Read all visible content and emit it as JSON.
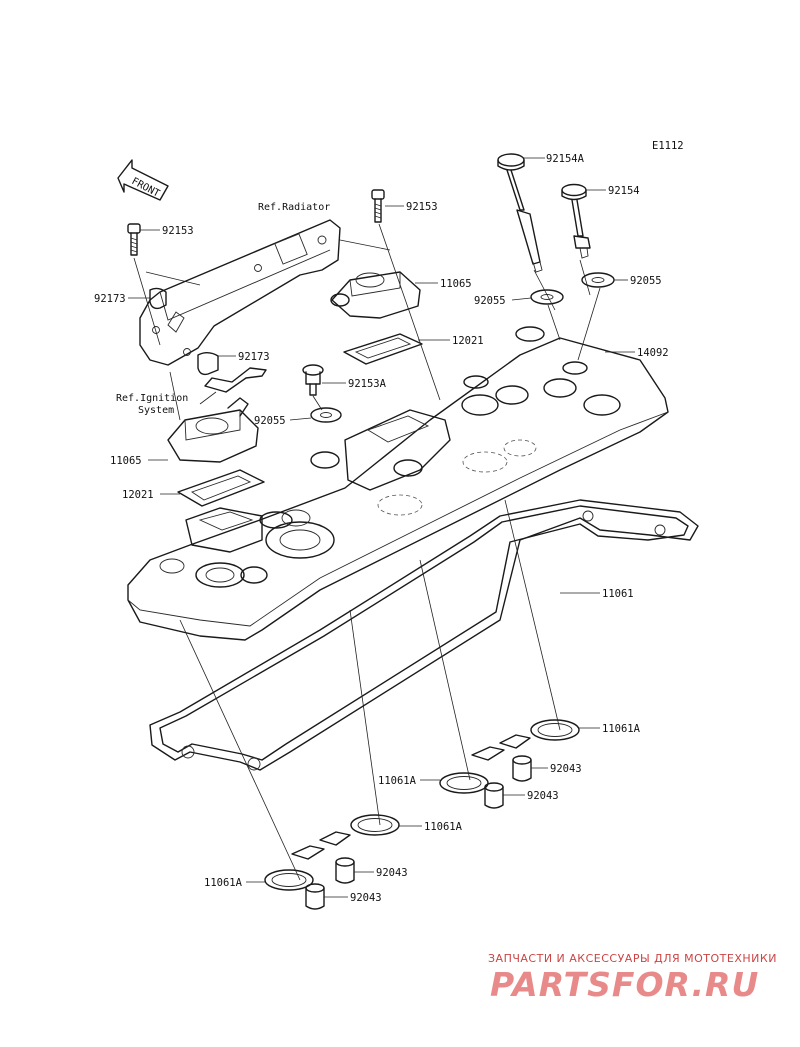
{
  "diagram": {
    "code": "E1112",
    "front_label": "FRONT",
    "refs": {
      "radiator": "Ref.Radiator",
      "ignition_line1": "Ref.Ignition",
      "ignition_line2": "System"
    },
    "parts": {
      "p92154A": "92154A",
      "p92154": "92154",
      "p92153_top": "92153",
      "p92153_left": "92153",
      "p92173_a": "92173",
      "p92173_b": "92173",
      "p11065_right": "11065",
      "p11065_left": "11065",
      "p92055_r1": "92055",
      "p92055_r2": "92055",
      "p92055_mid": "92055",
      "p12021_right": "12021",
      "p12021_left": "12021",
      "p92153A": "92153A",
      "p14092": "14092",
      "p11061": "11061",
      "p11061A_1": "11061A",
      "p11061A_2": "11061A",
      "p11061A_3": "11061A",
      "p11061A_4": "11061A",
      "p92043_1": "92043",
      "p92043_2": "92043",
      "p92043_3": "92043",
      "p92043_4": "92043"
    }
  },
  "watermark": {
    "tagline": "ЗАПЧАСТИ И АКСЕССУАРЫ ДЛЯ МОТОТЕХНИКИ",
    "brand": "PARTSFOR.RU"
  },
  "colors": {
    "ink": "#1a1a1a",
    "watermark_red": "#e98a8a",
    "background": "#ffffff"
  }
}
